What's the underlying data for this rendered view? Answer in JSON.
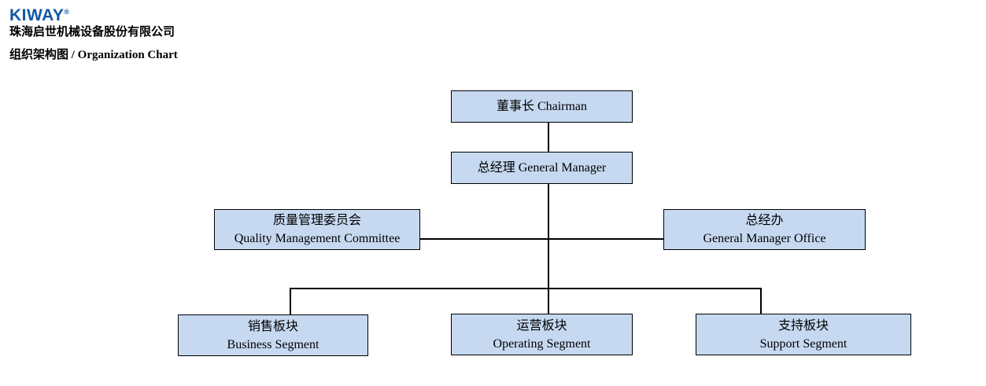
{
  "header": {
    "logo_text": "KIWAY",
    "logo_registered_mark": "®",
    "company_name_zh": "珠海启世机械设备股份有限公司",
    "chart_title": "组织架构图 / Organization Chart"
  },
  "colors": {
    "logo_blue": "#0f57a6",
    "node_fill": "#c6d9f1",
    "node_border": "#000000",
    "connector": "#000000"
  },
  "org_chart": {
    "nodes": {
      "chairman": {
        "label": "董事长 Chairman"
      },
      "general_manager": {
        "label": "总经理 General Manager"
      },
      "quality_management_committee": {
        "zh": "质量管理委员会",
        "en": "Quality Management Committee"
      },
      "general_manager_office": {
        "zh": "总经办",
        "en": "General Manager Office"
      },
      "business_segment": {
        "zh": "销售板块",
        "en": "Business Segment"
      },
      "operating_segment": {
        "zh": "运营板块",
        "en": "Operating Segment"
      },
      "support_segment": {
        "zh": "支持板块",
        "en": "Support Segment"
      }
    }
  }
}
